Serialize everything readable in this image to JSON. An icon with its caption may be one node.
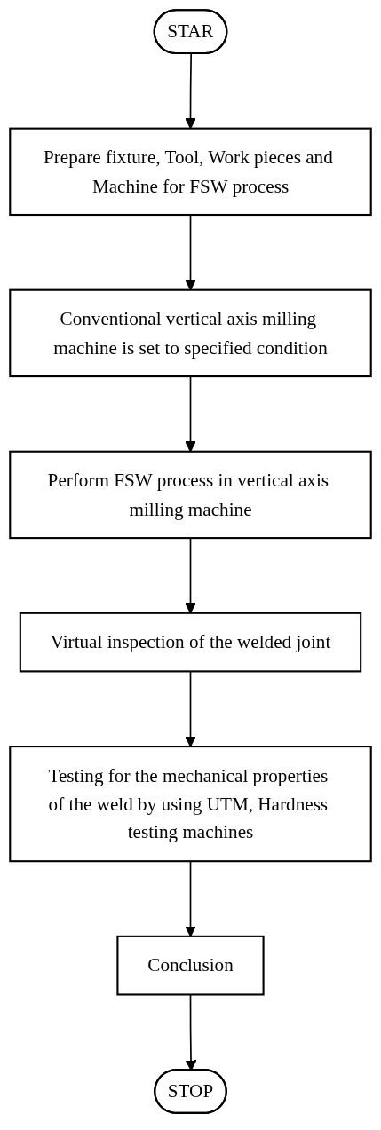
{
  "diagram": {
    "nodes": [
      {
        "text": [
          "STAR"
        ]
      },
      {
        "text": [
          "Prepare fixture, Tool, Work pieces and Machine for FSW process"
        ]
      },
      {
        "text": [
          "Conventional vertical axis milling machine is set to specified condition"
        ]
      },
      {
        "text": [
          "Perform FSW process in vertical axis milling machine"
        ]
      },
      {
        "text": [
          "Virtual inspection of the welded joint"
        ]
      },
      {
        "text": [
          "Testing for the mechanical properties of the weld by using UTM, Hardness testing machines"
        ]
      },
      {
        "text": [
          "Conclusion"
        ]
      },
      {
        "text": [
          "STOP"
        ]
      }
    ],
    "edges": [
      {
        "from": 0,
        "to": 1,
        "arrow": "to"
      },
      {
        "from": 1,
        "to": 2,
        "arrow": "to"
      },
      {
        "from": 2,
        "to": 3,
        "arrow": "to"
      },
      {
        "from": 3,
        "to": 4,
        "arrow": "to"
      },
      {
        "from": 4,
        "to": 5,
        "arrow": "to"
      },
      {
        "from": 5,
        "to": 6,
        "arrow": "to"
      },
      {
        "from": 6,
        "to": 7,
        "arrow": "to"
      }
    ]
  }
}
